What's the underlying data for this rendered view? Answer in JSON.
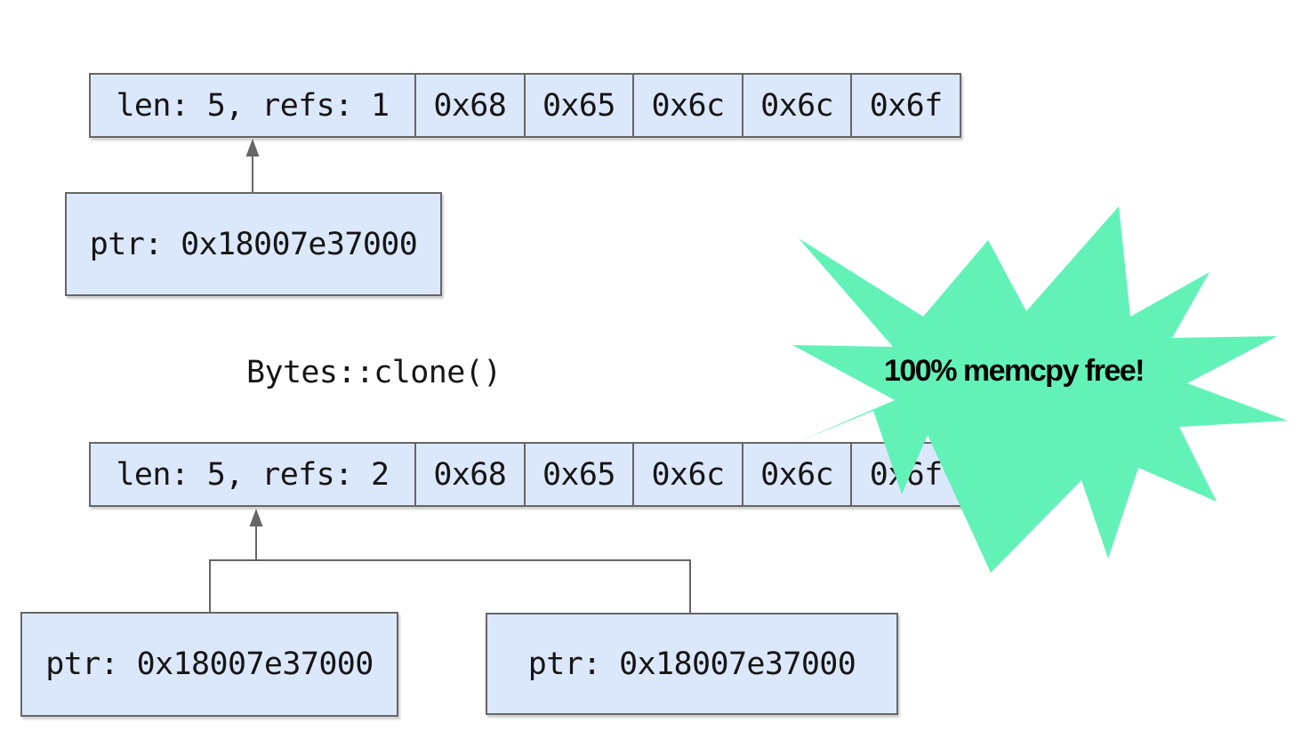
{
  "colors": {
    "background": "#ffffff",
    "cell_fill": "#dbe8fc",
    "cell_border": "#666666",
    "connector": "#666666",
    "diagram_text": "#151515",
    "burst_fill": "#62f2b8",
    "burst_text": "#000000"
  },
  "diagram": {
    "row_before": {
      "header": "len: 5, refs: 1",
      "bytes": [
        "0x68",
        "0x65",
        "0x6c",
        "0x6c",
        "0x6f"
      ]
    },
    "ptr_before": "ptr: 0x18007e37000",
    "operation_label": "Bytes::clone()",
    "row_after": {
      "header": "len: 5, refs: 2",
      "bytes": [
        "0x68",
        "0x65",
        "0x6c",
        "0x6c",
        "0x6f"
      ]
    },
    "ptr_after_left": "ptr: 0x18007e37000",
    "ptr_after_right": "ptr: 0x18007e37000",
    "burst_label": "100% memcpy free!"
  }
}
